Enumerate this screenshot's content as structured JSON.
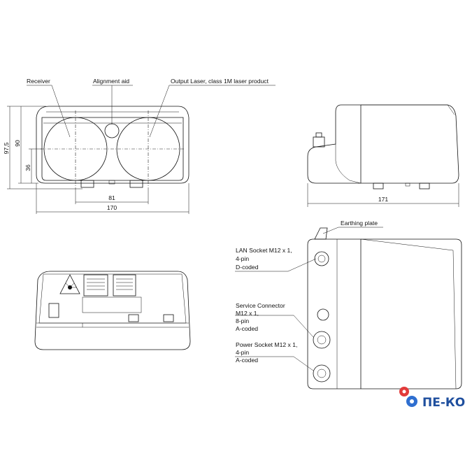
{
  "front_view": {
    "callouts": {
      "receiver": "Receiver",
      "alignment_aid": "Alignment aid",
      "output_laser": "Output Laser, class 1M laser product"
    },
    "dimensions": {
      "height_total": "97,5",
      "height_body": "90",
      "height_axis": "36",
      "lens_spacing": "81",
      "width": "170"
    }
  },
  "side_view": {
    "dimensions": {
      "length": "171"
    }
  },
  "rear_view": {
    "callouts": {
      "earthing_plate": "Earthing plate",
      "lan_socket": [
        "LAN Socket M12 x 1,",
        "4-pin",
        "D-coded"
      ],
      "service_connector": [
        "Service Connector",
        "M12 x 1,",
        "8-pin",
        "A-coded"
      ],
      "power_socket": [
        "Power Socket M12 x 1,",
        "4-pin",
        "A-coded"
      ]
    }
  },
  "logo": {
    "text": "ПЕ-КО",
    "gear_colors": [
      "#e23b3b",
      "#2f6fd0"
    ]
  }
}
